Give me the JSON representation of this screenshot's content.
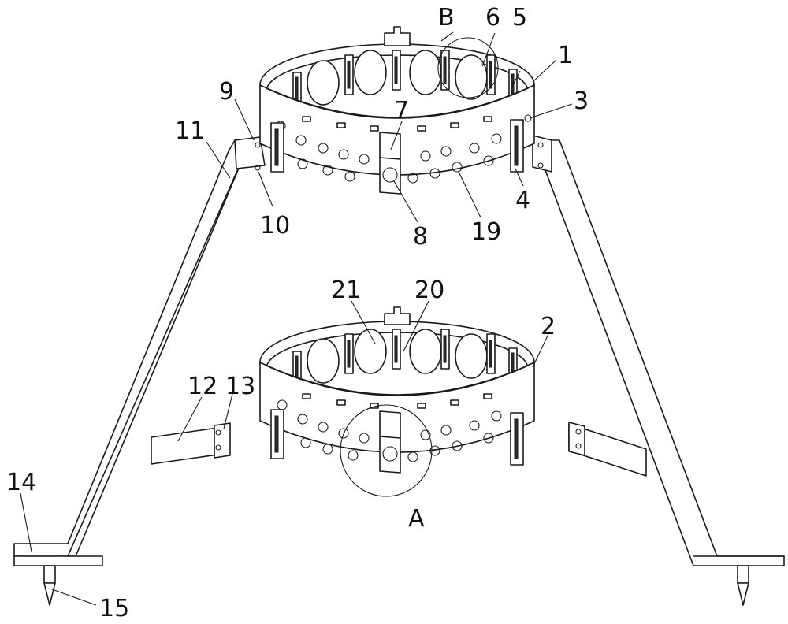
{
  "figure": {
    "labels": {
      "n1": "1",
      "n2": "2",
      "n3": "3",
      "n4": "4",
      "n5": "5",
      "n6": "6",
      "n7": "7",
      "n8": "8",
      "n9": "9",
      "n10": "10",
      "n11": "11",
      "n12": "12",
      "n13": "13",
      "n14": "14",
      "n15": "15",
      "n19": "19",
      "n20": "20",
      "n21": "21",
      "detail_a": "A",
      "detail_b": "B"
    }
  }
}
